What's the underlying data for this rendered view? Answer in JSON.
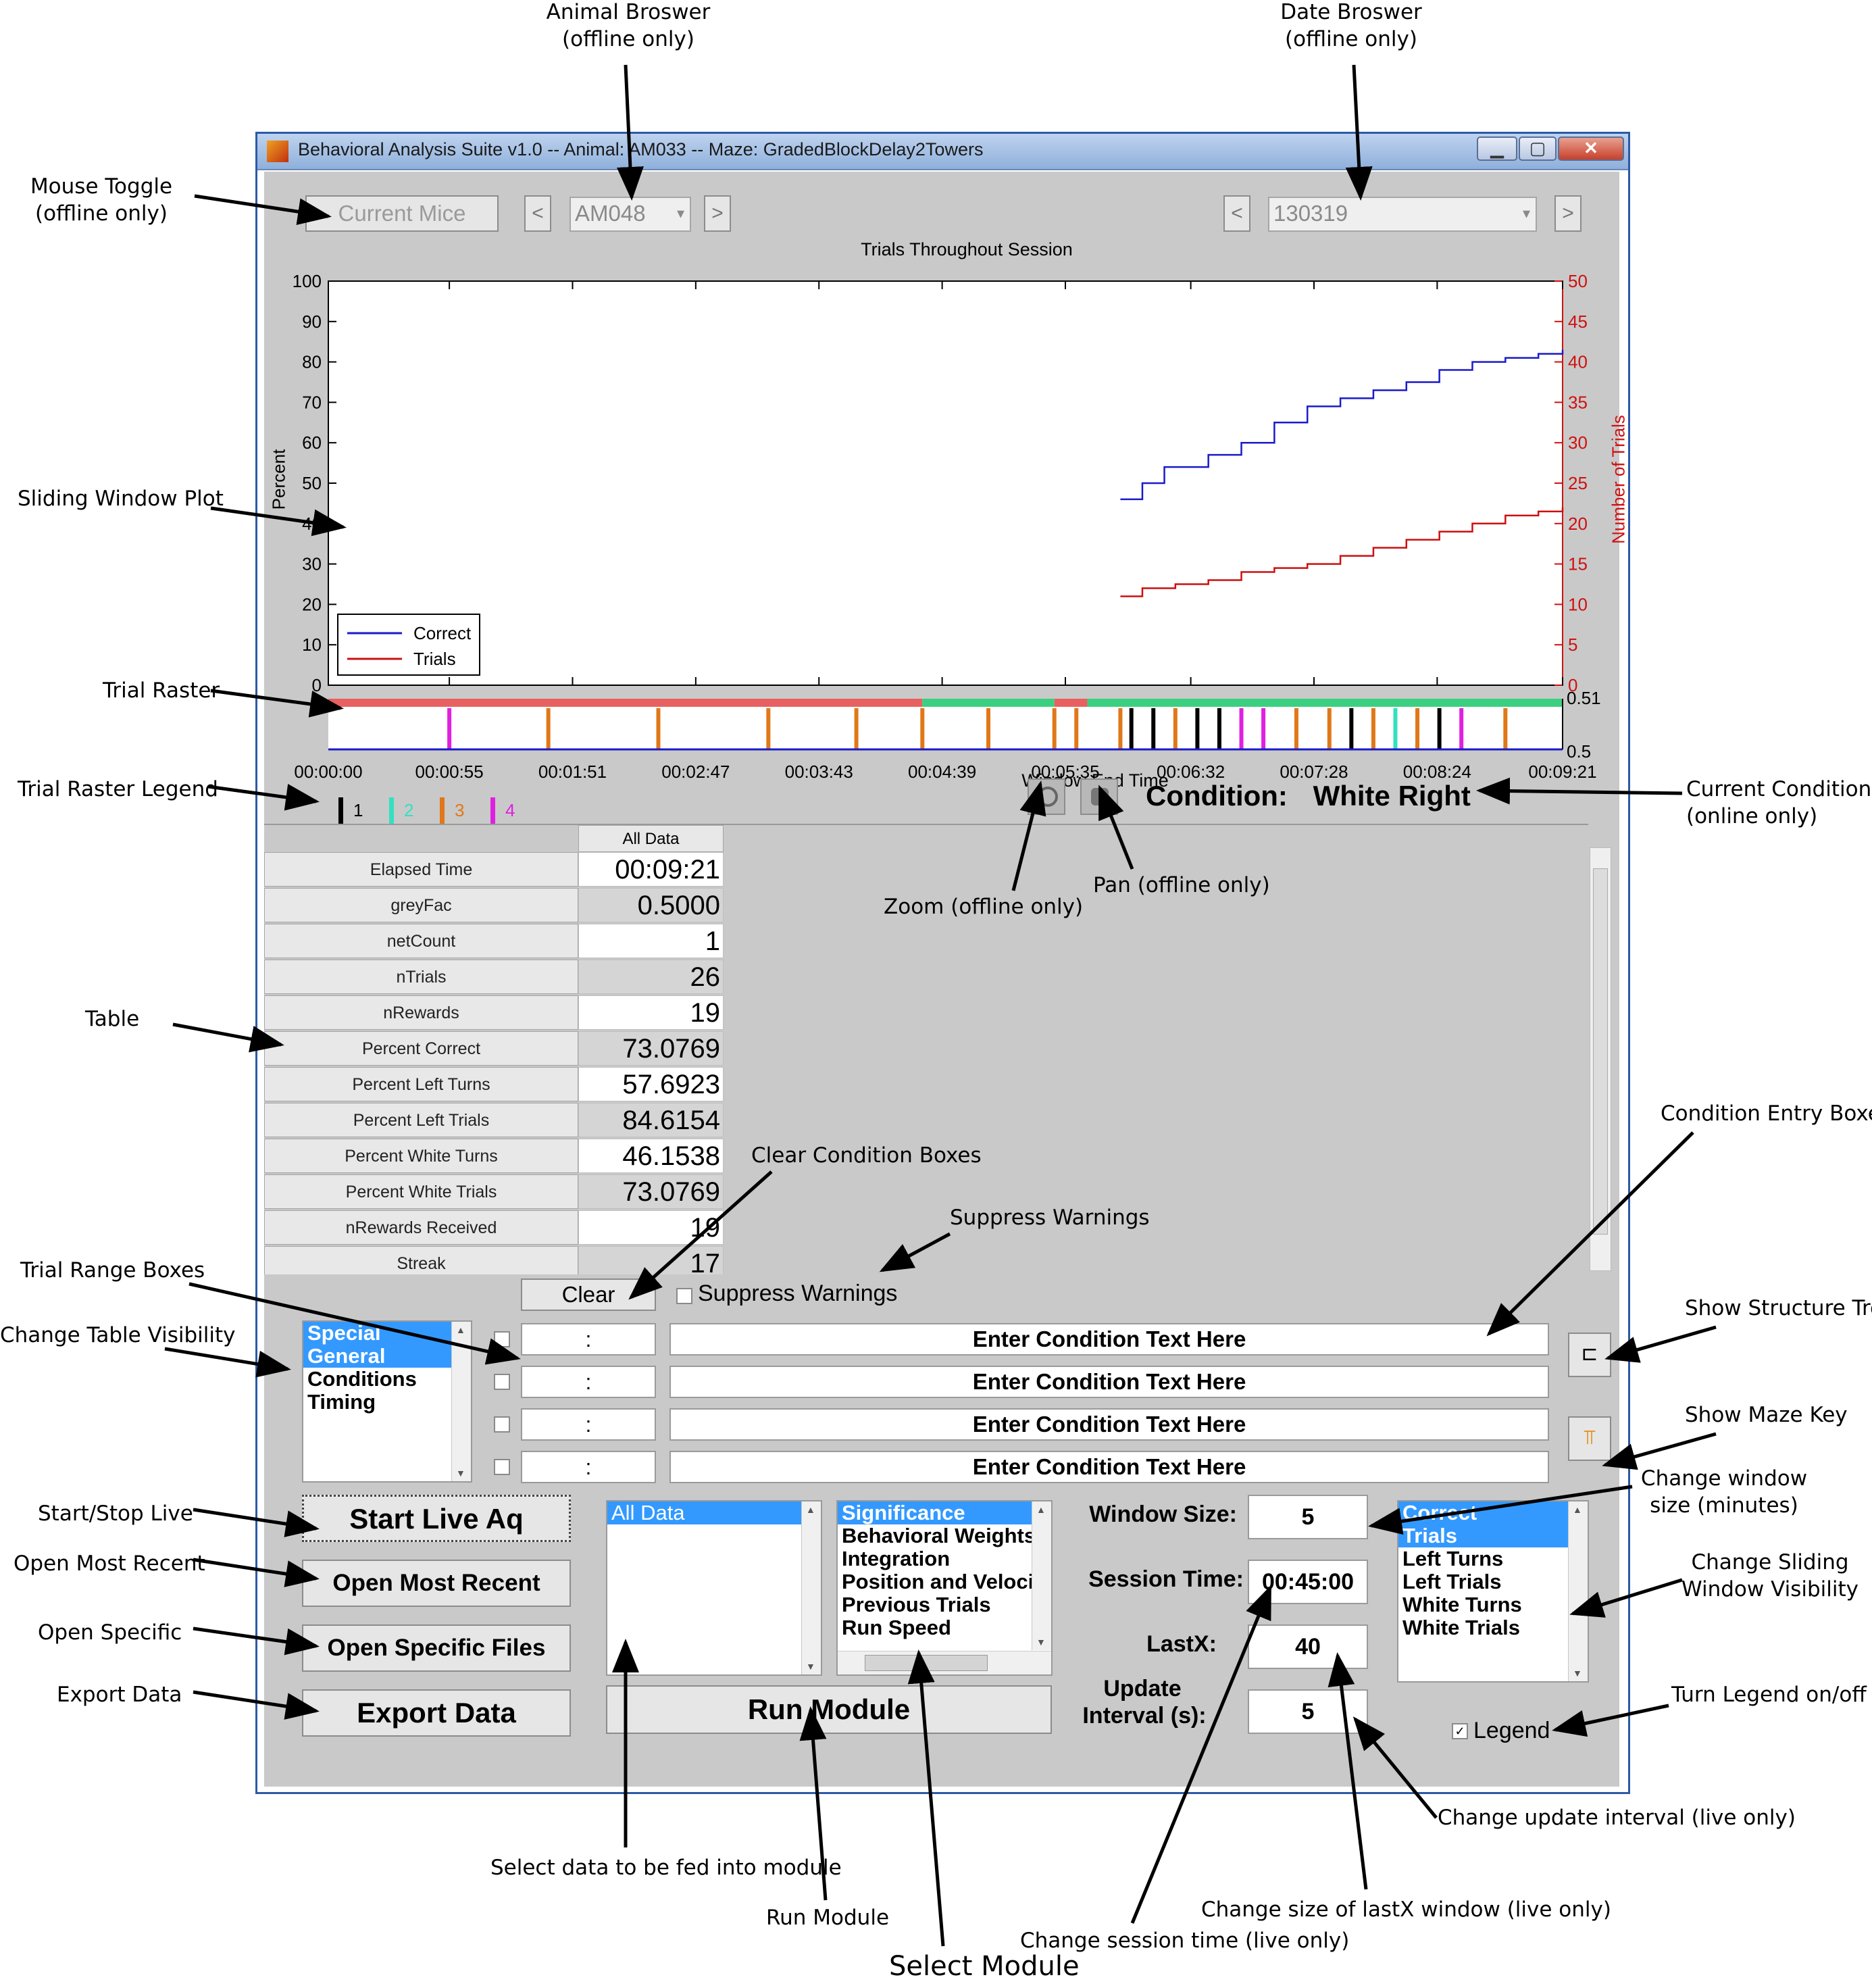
{
  "window": {
    "title": "Behavioral Analysis Suite v1.0 -- Animal: AM033 -- Maze: GradedBlockDelay2Towers",
    "minimize_glyph": "▁",
    "maximize_glyph": "▢",
    "close_glyph": "✕"
  },
  "top_controls": {
    "mouse_toggle_label": "Current Mice",
    "prev_label": "<",
    "next_label": ">",
    "animal_value": "AM048",
    "date_value": "130319",
    "dropdown_arrow": "▾"
  },
  "chart_data": {
    "type": "line",
    "title": "Trials Throughout Session",
    "xlabel": "Window End Time",
    "ylabel": "Percent",
    "ylabel_right": "Number of Trials",
    "ylim": [
      0,
      100
    ],
    "ylim_right": [
      0,
      50
    ],
    "yticks": [
      "0",
      "10",
      "20",
      "30",
      "40",
      "50",
      "60",
      "70",
      "80",
      "90",
      "100"
    ],
    "yticks_right": [
      "0",
      "5",
      "10",
      "15",
      "20",
      "25",
      "30",
      "35",
      "40",
      "45",
      "50"
    ],
    "xlim": [
      "00:00:00",
      "00:09:21"
    ],
    "xticks": [
      "00:00:00",
      "00:00:55",
      "00:01:51",
      "00:02:47",
      "00:03:43",
      "00:04:39",
      "00:05:35",
      "00:06:32",
      "00:07:28",
      "00:08:24",
      "00:09:21"
    ],
    "legend_position": "bottom-left",
    "grid": false,
    "series": [
      {
        "name": "Correct",
        "axis": "left",
        "color": "#1a1acc",
        "x": [
          "00:06:00",
          "00:06:10",
          "00:06:20",
          "00:06:40",
          "00:06:55",
          "00:07:10",
          "00:07:25",
          "00:07:40",
          "00:07:55",
          "00:08:10",
          "00:08:25",
          "00:08:40",
          "00:08:55",
          "00:09:10",
          "00:09:21"
        ],
        "y": [
          46,
          50,
          54,
          57,
          60,
          65,
          69,
          71,
          73,
          75,
          78,
          80,
          81,
          82,
          83
        ]
      },
      {
        "name": "Trials",
        "axis": "right",
        "color": "#cc1010",
        "x": [
          "00:06:00",
          "00:06:10",
          "00:06:25",
          "00:06:40",
          "00:06:55",
          "00:07:10",
          "00:07:25",
          "00:07:40",
          "00:07:55",
          "00:08:10",
          "00:08:25",
          "00:08:40",
          "00:08:55",
          "00:09:10",
          "00:09:21"
        ],
        "y": [
          11,
          12,
          12.5,
          13,
          14,
          14.5,
          15,
          16,
          17,
          18,
          19,
          20,
          21,
          21.5,
          22
        ]
      }
    ],
    "raster": {
      "ytick_labels": [
        "0.51",
        "0.5"
      ],
      "condition_bar": [
        {
          "start": "00:00:00",
          "end": "00:04:30",
          "color": "#e86060"
        },
        {
          "start": "00:04:30",
          "end": "00:05:30",
          "color": "#3ad080"
        },
        {
          "start": "00:05:30",
          "end": "00:05:45",
          "color": "#e86060"
        },
        {
          "start": "00:05:45",
          "end": "00:09:21",
          "color": "#3ad080"
        }
      ],
      "trial_types": [
        4,
        3,
        3,
        3,
        3,
        3,
        3,
        3,
        3,
        3,
        1,
        1,
        3,
        1,
        1,
        4,
        4,
        3,
        3,
        1,
        3,
        2,
        3,
        1,
        4,
        3
      ],
      "trial_times_sec": [
        55,
        100,
        150,
        200,
        240,
        270,
        300,
        330,
        340,
        360,
        365,
        375,
        385,
        395,
        405,
        415,
        425,
        440,
        455,
        465,
        475,
        485,
        495,
        505,
        515,
        535
      ]
    }
  },
  "raster_legend": {
    "items": [
      {
        "label": "1",
        "color": "#000000"
      },
      {
        "label": "2",
        "color": "#33e0c0"
      },
      {
        "label": "3",
        "color": "#e07818"
      },
      {
        "label": "4",
        "color": "#e020e0"
      }
    ]
  },
  "condition": {
    "prefix": "Condition:",
    "value": "White Right"
  },
  "table": {
    "column_header": "All Data",
    "rows": [
      {
        "label": "Elapsed Time",
        "value": "00:09:21"
      },
      {
        "label": "greyFac",
        "value": "0.5000"
      },
      {
        "label": "netCount",
        "value": "1"
      },
      {
        "label": "nTrials",
        "value": "26"
      },
      {
        "label": "nRewards",
        "value": "19"
      },
      {
        "label": "Percent Correct",
        "value": "73.0769"
      },
      {
        "label": "Percent Left Turns",
        "value": "57.6923"
      },
      {
        "label": "Percent Left Trials",
        "value": "84.6154"
      },
      {
        "label": "Percent White Turns",
        "value": "46.1538"
      },
      {
        "label": "Percent White Trials",
        "value": "73.0769"
      },
      {
        "label": "nRewards Received",
        "value": "19"
      },
      {
        "label": "Streak",
        "value": "17"
      }
    ]
  },
  "conditions_panel": {
    "clear_label": "Clear",
    "suppress_label": "Suppress Warnings",
    "range_value": ":",
    "entry_placeholder": "Enter Condition Text Here",
    "visibility_items": [
      "Special",
      "General",
      "Conditions",
      "Timing"
    ]
  },
  "buttons": {
    "start_live": "Start Live Aq",
    "open_recent": "Open Most Recent",
    "open_specific": "Open Specific Files",
    "export": "Export Data",
    "run_module": "Run Module"
  },
  "data_list": [
    "All Data"
  ],
  "module_list": [
    "Significance",
    "Behavioral Weights",
    "Integration",
    "Position and Velocity",
    "Previous Trials",
    "Run Speed"
  ],
  "settings": {
    "window_size_label": "Window Size:",
    "window_size": "5",
    "session_time_label": "Session Time:",
    "session_time": "00:45:00",
    "lastx_label": "LastX:",
    "lastx": "40",
    "update_label_1": "Update",
    "update_label_2": "Interval (s):",
    "update": "5"
  },
  "sliding_list": [
    "Correct",
    "Trials",
    "Left Turns",
    "Left Trials",
    "White Turns",
    "White Trials"
  ],
  "legend_toggle": {
    "label": "Legend",
    "check": "✓"
  },
  "annotations": {
    "animal_browser": [
      "Animal Broswer",
      "(offline only)"
    ],
    "date_browser": [
      "Date Broswer",
      "(offline only)"
    ],
    "mouse_toggle": [
      "Mouse Toggle",
      "(offline only)"
    ],
    "sliding_plot": "Sliding Window Plot",
    "trial_raster": "Trial Raster",
    "raster_legend": "Trial Raster Legend",
    "current_condition": [
      "Current Condition",
      "(online only)"
    ],
    "zoom": "Zoom (offline only)",
    "pan": "Pan (offline only)",
    "table": "Table",
    "condition_entry": "Condition Entry Boxes",
    "clear_boxes": "Clear Condition Boxes",
    "suppress": "Suppress Warnings",
    "trial_range": "Trial Range Boxes",
    "change_table": "Change Table Visibility",
    "structure_tree": "Show Structure Tree",
    "maze_key": "Show Maze Key",
    "change_window": [
      "Change window",
      "size (minutes)"
    ],
    "change_sliding": [
      "Change Sliding",
      "Window Visibility"
    ],
    "start_stop": "Start/Stop Live",
    "open_recent": "Open Most Recent",
    "open_specific": "Open Specific",
    "export": "Export Data",
    "legend_toggle": "Turn Legend on/off",
    "update_interval": "Change update interval (live only)",
    "select_data": "Select data to be fed into module",
    "run_module": "Run Module",
    "select_module": "Select Module",
    "lastx": "Change size of lastX window (live only)",
    "session_time": "Change session time (live only)"
  }
}
